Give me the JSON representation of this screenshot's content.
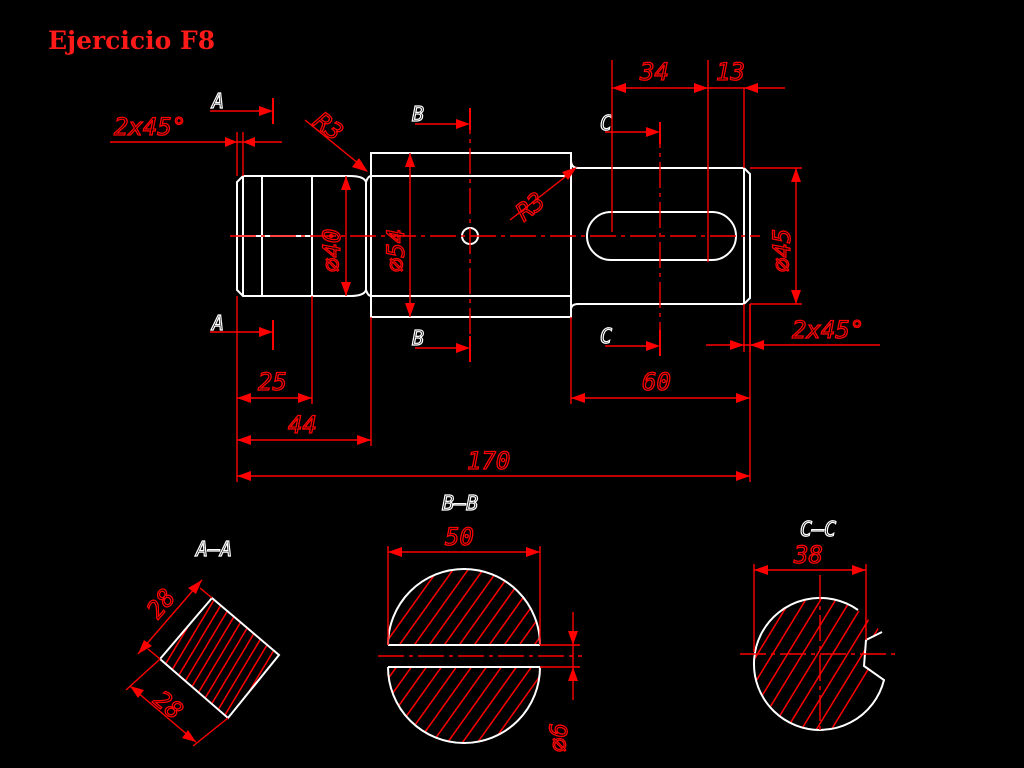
{
  "title": "Ejercicio F8",
  "colors": {
    "background": "#000000",
    "dimension": "#ff0000",
    "outline": "#ffffff"
  },
  "dimensions": {
    "d34": "34",
    "d13": "13",
    "r3_left": "R3",
    "r3_right": "R3",
    "chamfer_left": "2x45°",
    "chamfer_right": "2x45°",
    "dia40": "⌀40",
    "dia54": "⌀54",
    "dia45": "⌀45",
    "d25": "25",
    "d44": "44",
    "d60": "60",
    "d170": "170",
    "section_aa_28a": "28",
    "section_aa_28b": "28",
    "section_bb_50": "50",
    "section_bb_dia6": "⌀6",
    "section_cc_38": "38"
  },
  "section_labels": {
    "a_top": "A",
    "a_bottom": "A",
    "b_top": "B",
    "b_bottom": "B",
    "c_top": "C",
    "c_bottom": "C",
    "aa": "A–A",
    "bb": "B–B",
    "cc": "C–C"
  }
}
